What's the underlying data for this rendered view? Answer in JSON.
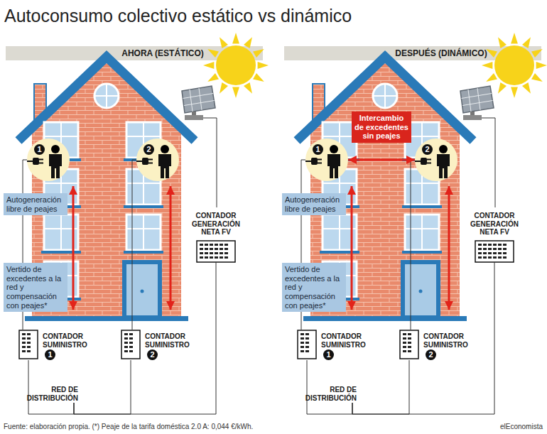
{
  "diagram": {
    "title": "Autoconsumo colectivo estático vs dinámico",
    "caption": "Fuente: elaboración propia. (*) Peaje de la tarifa doméstica 2.0 A: 0,044 €/kWh.",
    "nodes": [
      {
        "text": [
          "AHORA (ESTÁTICO)"
        ]
      },
      {
        "text": [
          "1"
        ]
      },
      {
        "text": [
          "2"
        ]
      },
      {
        "text": [
          "Autogeneración libre de peajes"
        ]
      },
      {
        "text": [
          "Vertido de excedentes a la red y compensación con peajes*"
        ]
      },
      {
        "text": [
          "CONTADOR GENERACIÓN NETA FV"
        ]
      },
      {
        "text": [
          "CONTADOR SUMINISTRO",
          "1"
        ]
      },
      {
        "text": [
          "CONTADOR SUMINISTRO",
          "2"
        ]
      },
      {
        "text": [
          "RED DE DISTRIBUCIÓN"
        ]
      },
      {
        "text": [
          "DESPUÉS (DINÁMICO)"
        ]
      },
      {
        "text": [
          "1"
        ]
      },
      {
        "text": [
          "2"
        ]
      },
      {
        "text": [
          "Autogeneración libre de peajes"
        ]
      },
      {
        "text": [
          "Vertido de excedentes a la red y compensación con peajes*"
        ]
      },
      {
        "text": [
          "CONTADOR GENERACIÓN NETA FV"
        ]
      },
      {
        "text": [
          "CONTADOR SUMINISTRO",
          "1"
        ]
      },
      {
        "text": [
          "CONTADOR SUMINISTRO",
          "2"
        ]
      },
      {
        "text": [
          "RED DE DISTRIBUCIÓN"
        ]
      }
    ],
    "edges": [
      {
        "from": 1,
        "to": 6,
        "arrow": "none"
      },
      {
        "from": 2,
        "to": 7,
        "arrow": "none"
      },
      {
        "from": 6,
        "to": 8,
        "arrow": "none"
      },
      {
        "from": 7,
        "to": 8,
        "arrow": "none"
      },
      {
        "from": 5,
        "to": 8,
        "arrow": "none"
      },
      {
        "from": 10,
        "to": 15,
        "arrow": "none"
      },
      {
        "from": 11,
        "to": 16,
        "arrow": "none"
      },
      {
        "from": 15,
        "to": 17,
        "arrow": "none"
      },
      {
        "from": 16,
        "to": 17,
        "arrow": "none"
      },
      {
        "from": 14,
        "to": 17,
        "arrow": "none"
      },
      {
        "from": 10,
        "to": 11,
        "label": "Intercambio de excedentes sin peajes",
        "arrow": "both"
      }
    ],
    "labels": [
      "elEconomista"
    ]
  }
}
